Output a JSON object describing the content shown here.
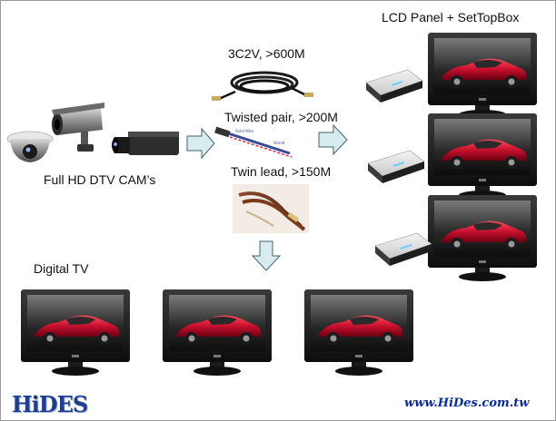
{
  "labels": {
    "lcd_panel": "LCD Panel + SetTopBox",
    "cable_3c2v": "3C2V, >600M",
    "twisted_pair": "Twisted pair, >200M",
    "twin_lead": "Twin lead, >150M",
    "cams": "Full HD DTV CAM’s",
    "digital_tv": "Digital TV"
  },
  "brand": {
    "logo_text": "HiDES",
    "website": "www.HiDes.com.tw"
  },
  "colors": {
    "arrow_fill": "#d7ecef",
    "arrow_stroke": "#46616a",
    "website": "#0b2a99",
    "car_red": "#c8102e",
    "logo_blue": "#1f3f8c"
  }
}
